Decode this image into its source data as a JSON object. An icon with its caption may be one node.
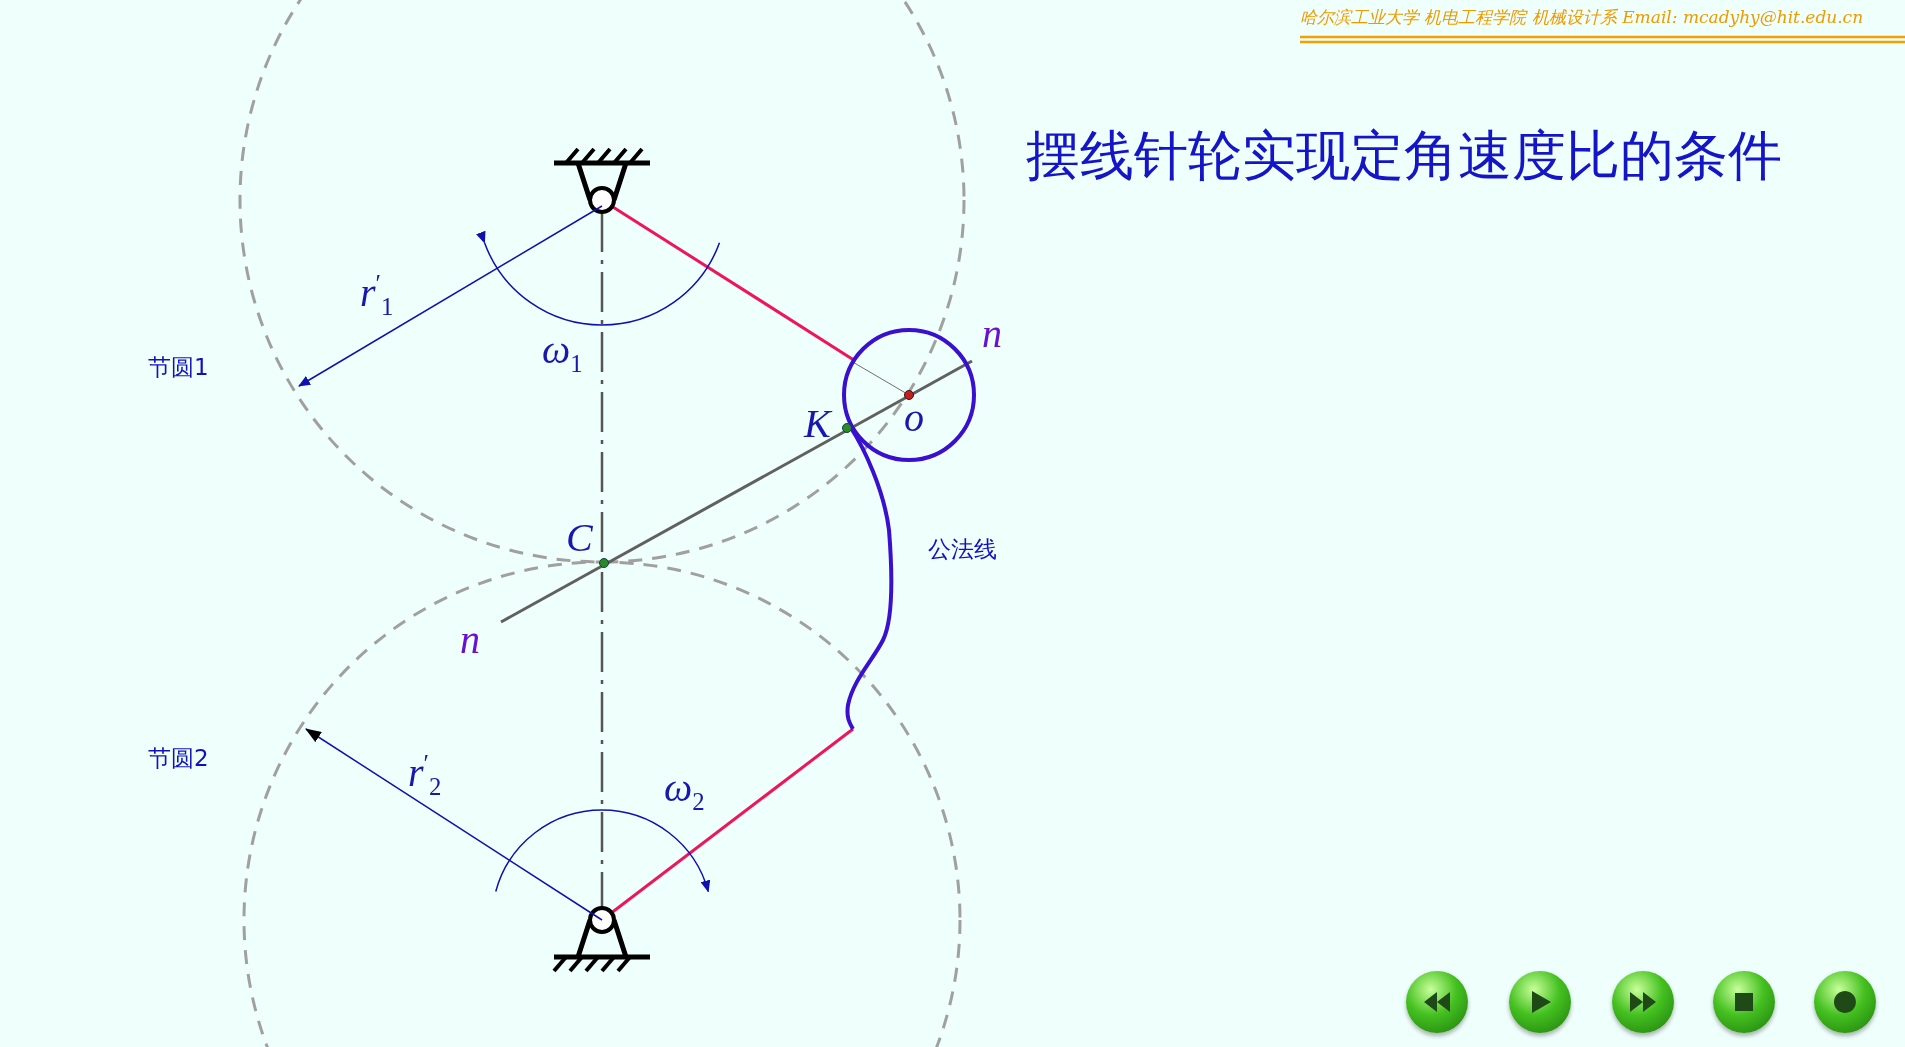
{
  "diagram": {
    "title": "摆线针轮实现定角速度比的条件",
    "nodes": [
      {
        "text": [],
        "shape": "pivot"
      },
      {
        "text": [],
        "shape": "pivot"
      },
      {
        "text": [],
        "shape": "circle"
      },
      {
        "text": [],
        "shape": "curve"
      }
    ],
    "edges": [
      {
        "from": 0,
        "to": 1,
        "arrow": "none",
        "style": "dashed",
        "color": "#555555"
      },
      {
        "from": 0,
        "to": 2,
        "arrow": "none"
      },
      {
        "from": 1,
        "to": 3,
        "arrow": "none"
      }
    ],
    "labels": [
      "哈尔滨工业大学 机电工程学院 机械设计系 Email: mcadyhy@hit.edu.cn",
      "*r*$^{′}$$_{1}$",
      "节圆1",
      "*ω*$_{1}$",
      "n",
      "K",
      "o",
      "C",
      "公法线",
      "n",
      "节圆2",
      "*r*$^{′}$$_{2}$",
      "*ω*$_{2}$"
    ]
  }
}
